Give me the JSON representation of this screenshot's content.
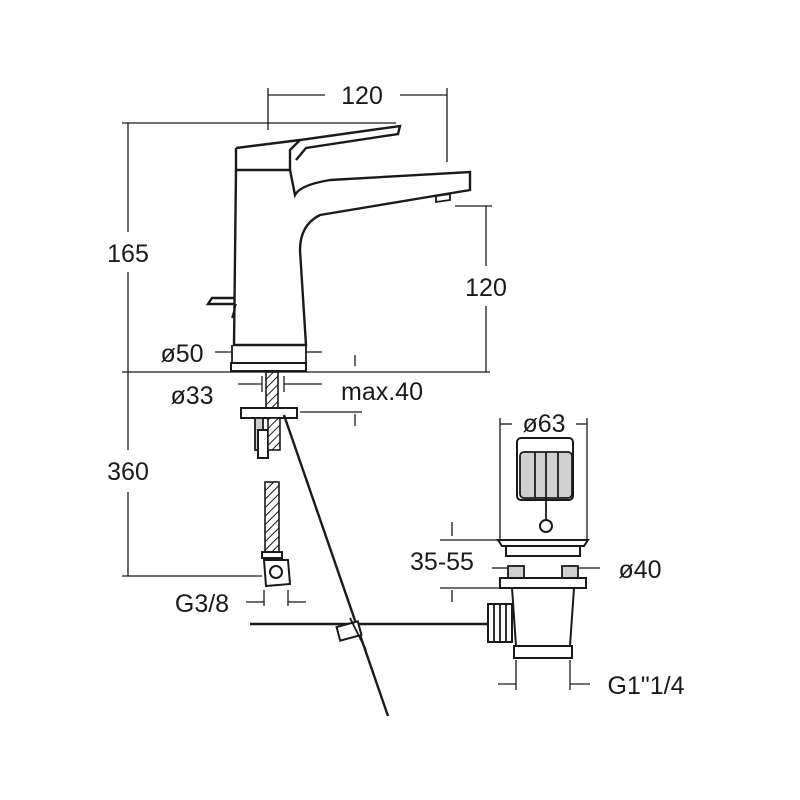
{
  "dimensions": {
    "spout_reach": "120",
    "total_height": "165",
    "spout_height": "120",
    "base_diameter": "ø50",
    "hole_diameter": "ø33",
    "max_deck_thickness": "max.40",
    "hose_length": "360",
    "hose_connection": "G3/8",
    "waste_head_diameter": "ø63",
    "waste_range": "35-55",
    "waste_hole_diameter": "ø40",
    "waste_outlet_thread": "G1\"1/4"
  }
}
